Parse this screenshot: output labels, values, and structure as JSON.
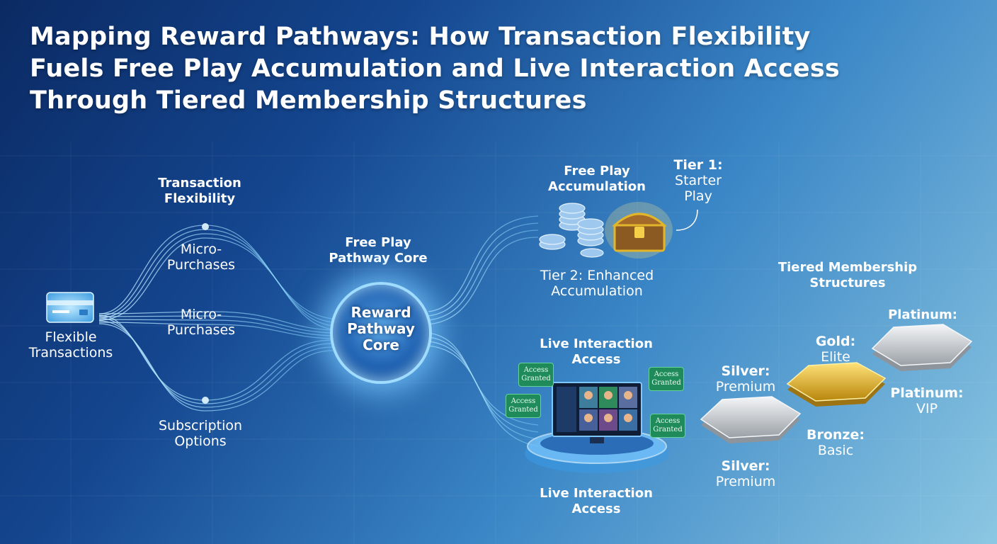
{
  "title": {
    "line1": "Mapping Reward Pathways: How Transaction Flexibility",
    "line2": "Fuels Free Play Accumulation and Live Interaction Access",
    "line3": "Through Tiered Membership Structures"
  },
  "left": {
    "card_label_1": "Flexible",
    "card_label_2": "Transactions",
    "flex_heading_1": "Transaction",
    "flex_heading_2": "Flexibility",
    "micro_a_1": "Micro-",
    "micro_a_2": "Purchases",
    "micro_b_1": "Micro-",
    "micro_b_2": "Purchases",
    "sub_1": "Subscription",
    "sub_2": "Options"
  },
  "core": {
    "heading_1": "Free Play",
    "heading_2": "Pathway Core",
    "center_1": "Reward",
    "center_2": "Pathway",
    "center_3": "Core"
  },
  "free_play": {
    "heading_1": "Free Play",
    "heading_2": "Accumulation",
    "tier1_a": "Tier 1:",
    "tier1_b": "Starter",
    "tier1_c": "Play",
    "tier2_a": "Tier 2: Enhanced",
    "tier2_b": "Accumulation"
  },
  "live": {
    "heading_1": "Live Interaction",
    "heading_2": "Access",
    "footer_1": "Live Interaction",
    "footer_2": "Access",
    "badges": [
      {
        "l1": "Access",
        "l2": "Granted"
      },
      {
        "l1": "Access",
        "l2": "Granted"
      },
      {
        "l1": "Access",
        "l2": "Granted"
      },
      {
        "l1": "Access",
        "l2": "Granted"
      }
    ]
  },
  "tiers": {
    "heading_1": "Tiered Membership",
    "heading_2": "Structures",
    "platinum_top": "Platinum:",
    "gold_a": "Gold:",
    "gold_b": "Elite",
    "silver_a": "Silver:",
    "silver_b": "Premium",
    "plat_vip_a": "Platinum:",
    "plat_vip_b": "VIP",
    "bronze_a": "Bronze:",
    "bronze_b": "Basic",
    "silver2_a": "Silver:",
    "silver2_b": "Premium"
  },
  "colors": {
    "glow": "#7fd4ff",
    "gold": "#e2b62a",
    "silver": "#c9ccd0",
    "access_green": "#1f8a5a"
  }
}
